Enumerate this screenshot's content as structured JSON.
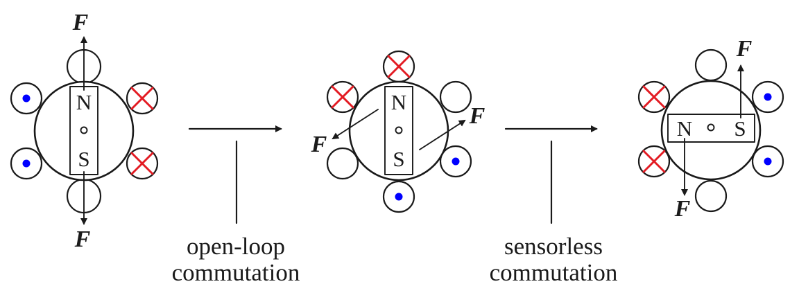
{
  "colors": {
    "dot": "#0000ff",
    "cross": "#e31b23",
    "ink": "#1a1a1a"
  },
  "labels": {
    "north": "N",
    "south": "S",
    "force": "F"
  },
  "transitions": [
    {
      "line1": "open-loop",
      "line2": "commutation"
    },
    {
      "line1": "sensorless",
      "line2": "commutation"
    }
  ]
}
